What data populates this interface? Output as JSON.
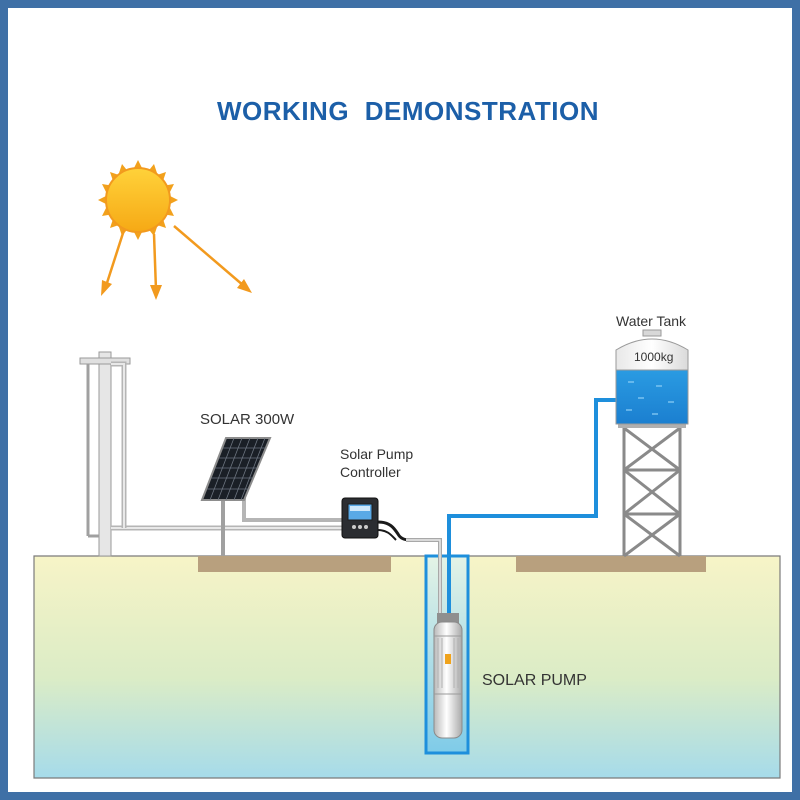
{
  "title": "WORKING  DEMONSTRATION",
  "labels": {
    "solar_panel": "SOLAR 300W",
    "controller_line1": "Solar Pump",
    "controller_line2": "Controller",
    "water_tank": "Water Tank",
    "tank_capacity": "1000kg",
    "pump": "SOLAR PUMP"
  },
  "icons": {
    "sun": "sun-icon",
    "solar_panel": "solar-panel-icon",
    "controller": "pump-controller-icon",
    "pump": "submersible-pump-icon",
    "tank": "water-tank-icon"
  },
  "colors": {
    "title": "#1c5fa8",
    "frame": "#3f70a6",
    "sun": "#fcc31a",
    "sun_rays": "#f29a1e",
    "water": "#1e8fdc",
    "pipe": "#1e8fdc",
    "ground_top": "#f6f3c5",
    "ground_bottom": "#a8dcea"
  }
}
